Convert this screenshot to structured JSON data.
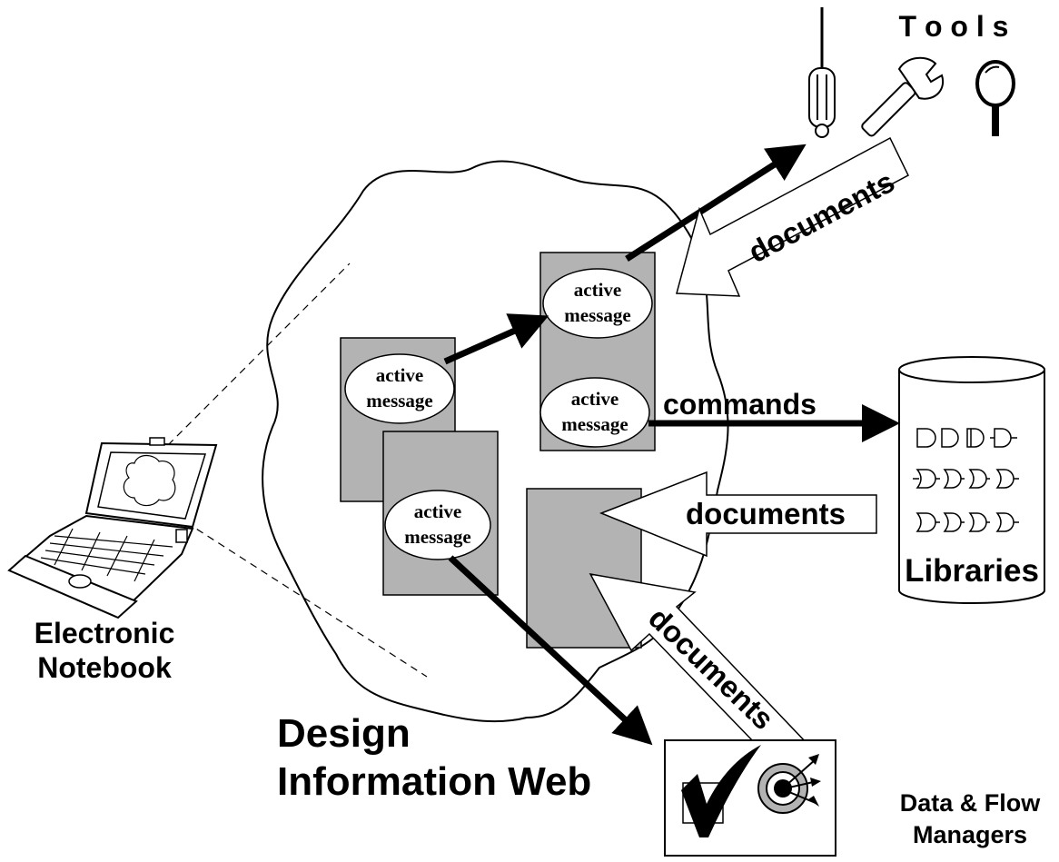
{
  "labels": {
    "tools": "T o o l s",
    "libraries": "Libraries",
    "notebook_line1": "Electronic",
    "notebook_line2": "Notebook",
    "web_line1": "Design",
    "web_line2": "Information Web",
    "managers_line1": "Data & Flow",
    "managers_line2": "Managers"
  },
  "messages": [
    {
      "line1": "active",
      "line2": "message"
    },
    {
      "line1": "active",
      "line2": "message"
    },
    {
      "line1": "active",
      "line2": "message"
    },
    {
      "line1": "active",
      "line2": "message"
    }
  ],
  "arrows": {
    "commands": "commands",
    "documents_tools": "documents",
    "documents_libraries": "documents",
    "documents_managers": "documents"
  },
  "colors": {
    "box_fill": "#b3b3b3",
    "ink": "#000000",
    "paper": "#ffffff"
  },
  "icons": [
    "screwdriver-icon",
    "wrench-icon",
    "magnifier-icon",
    "laptop-icon",
    "checkmark-icon",
    "target-icon",
    "logic-gate-icon"
  ]
}
